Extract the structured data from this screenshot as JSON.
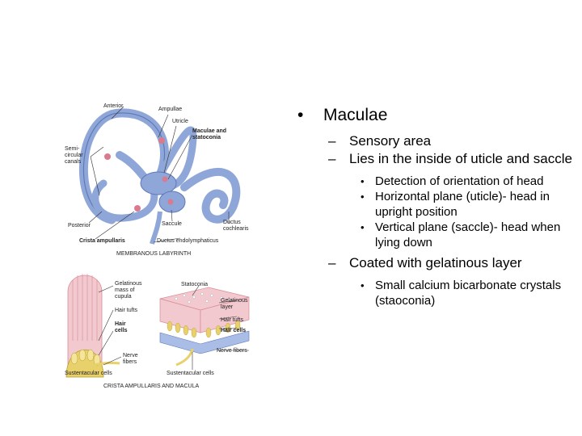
{
  "slide": {
    "heading": "Maculae",
    "items": [
      "Sensory area",
      "Lies in the inside of uticle and saccle"
    ],
    "subitems": [
      "Detection of orientation of head",
      "Horizontal plane (uticle)- head in upright position",
      "Vertical plane (saccle)- head when lying down"
    ],
    "item3": "Coated with gelatinous layer",
    "subitems2": [
      "Small calcium bicarbonate crystals (staoconia)"
    ]
  },
  "figure": {
    "top_labels": {
      "anterior": "Anterior",
      "ampullae": "Ampullae",
      "utricle": "Utricle",
      "maculae_line1": "Maculae and",
      "maculae_line2": "statoconia",
      "semi1": "Semi-",
      "semi2": "circular",
      "semi3": "canals",
      "posterior": "Posterior",
      "saccule": "Saccule",
      "ductus_cochlearis1": "Ductus",
      "ductus_cochlearis2": "cochlearis",
      "crista": "Crista ampullaris",
      "ductus_endo": "Ductus endolymphaticus",
      "caption": "MEMBRANOUS LABYRINTH"
    },
    "bottom_labels": {
      "gel1": "Gelatinous",
      "gel2": "mass of",
      "gel3": "cupula",
      "hair_tufts_left": "Hair tufts",
      "hair1": "Hair",
      "hair2": "cells",
      "nerve1": "Nerve",
      "nerve2": "fibers",
      "sust_left": "Sustentacular cells",
      "statoconia": "Statoconia",
      "gel_layer1": "Gelatinous",
      "gel_layer2": "layer",
      "hair_tufts_right": "Hair tufts",
      "hair_cells_right": "Hair cells",
      "nerve_fibers_right": "Nerve fibers",
      "sust_right": "Sustentacular cells",
      "caption": "CRISTA AMPULLARIS AND MACULA"
    },
    "colors": {
      "labyrinth": "#8fa7d8",
      "labyrinth_dark": "#5f79b8",
      "cupula": "#f2c9cf",
      "hair_cells": "#e8d06a",
      "macula_blue": "#a9bde6"
    }
  }
}
